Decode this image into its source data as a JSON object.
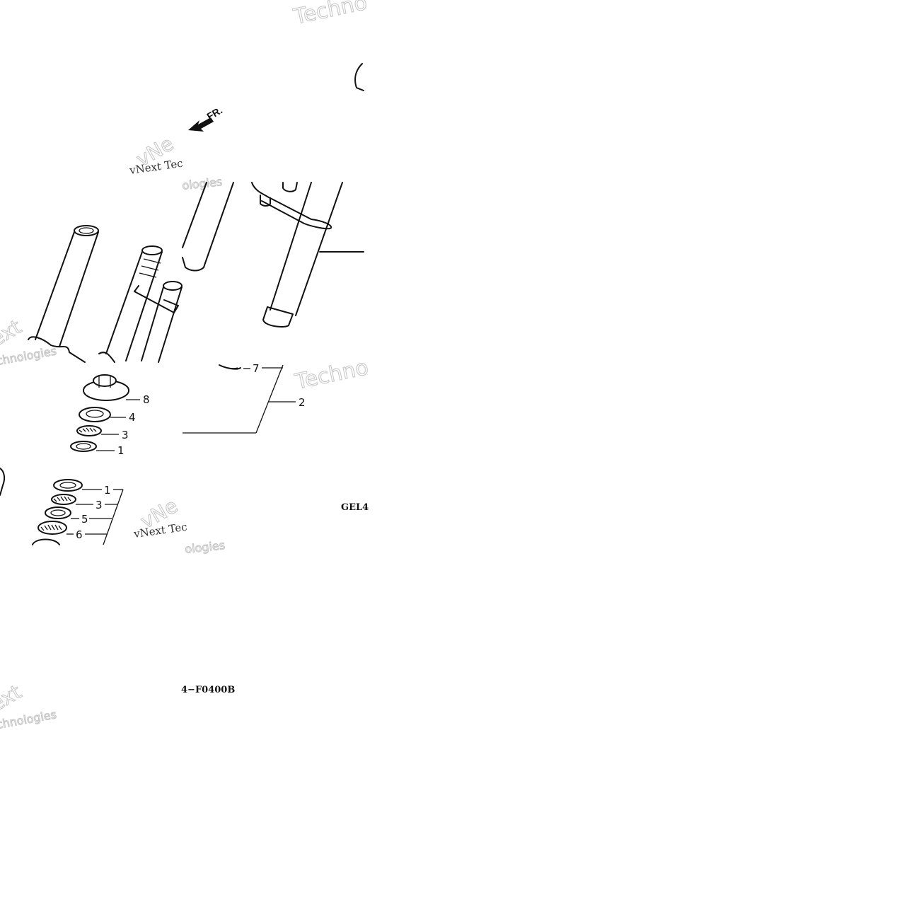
{
  "watermark": {
    "line1": "vNext",
    "line2": "Technologies",
    "full": "vNext Technologies",
    "fragment_top": "Techno",
    "fragment_mid": "vNe",
    "fragment_ext": "ext",
    "fragment_chnologies": "chnologies",
    "fragment_tec": "vNext Tec",
    "fragment_ologies": "ologies",
    "fragment_mid2": "Techno"
  },
  "direction_label": "FR.",
  "callouts": {
    "c8": "8",
    "c4": "4",
    "c3a": "3",
    "c1a": "1",
    "c7": "7",
    "c2": "2",
    "c1b": "1",
    "c3b": "3",
    "c5": "5",
    "c6": "6"
  },
  "drawing_codes": {
    "code_a": "GEL4",
    "code_b": "4−F0400B"
  },
  "colors": {
    "ink": "#111111",
    "watermark": "#c9c9c9",
    "background": "#ffffff"
  }
}
